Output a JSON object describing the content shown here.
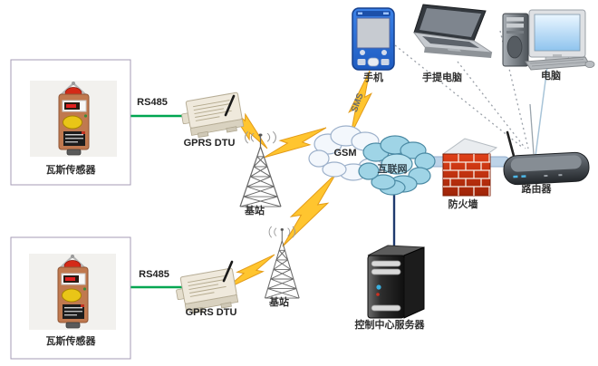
{
  "nodes": {
    "sensor1": {
      "label": "瓦斯传感器"
    },
    "sensor2": {
      "label": "瓦斯传感器"
    },
    "dtu1": {
      "label": "GPRS DTU"
    },
    "dtu2": {
      "label": "GPRS DTU"
    },
    "base1": {
      "label": "基站"
    },
    "base2": {
      "label": "基站"
    },
    "gsm_cloud": {
      "label": "GSM"
    },
    "internet_cloud": {
      "label": "互联网"
    },
    "phone": {
      "label": "手机"
    },
    "laptop": {
      "label": "手提电脑"
    },
    "desktop": {
      "label": "电脑"
    },
    "firewall": {
      "label": "防火墙"
    },
    "router": {
      "label": "路由器"
    },
    "server": {
      "label": "控制中心服务器"
    }
  },
  "links": {
    "rs485_1": {
      "label": "RS485"
    },
    "rs485_2": {
      "label": "RS485"
    },
    "sms": {
      "label": "SMS"
    }
  },
  "colors": {
    "rs485_line": "#00a651",
    "lightning": "#ffc52f",
    "lightning_edge": "#e39b18",
    "gsm_cloud_fill": "#f3f7fc",
    "internet_cloud_fill": "#9fd4e6",
    "firewall_brick": "#d23318",
    "server_link_line": "#1f3a6e",
    "pipe": "#bdd3e8"
  }
}
